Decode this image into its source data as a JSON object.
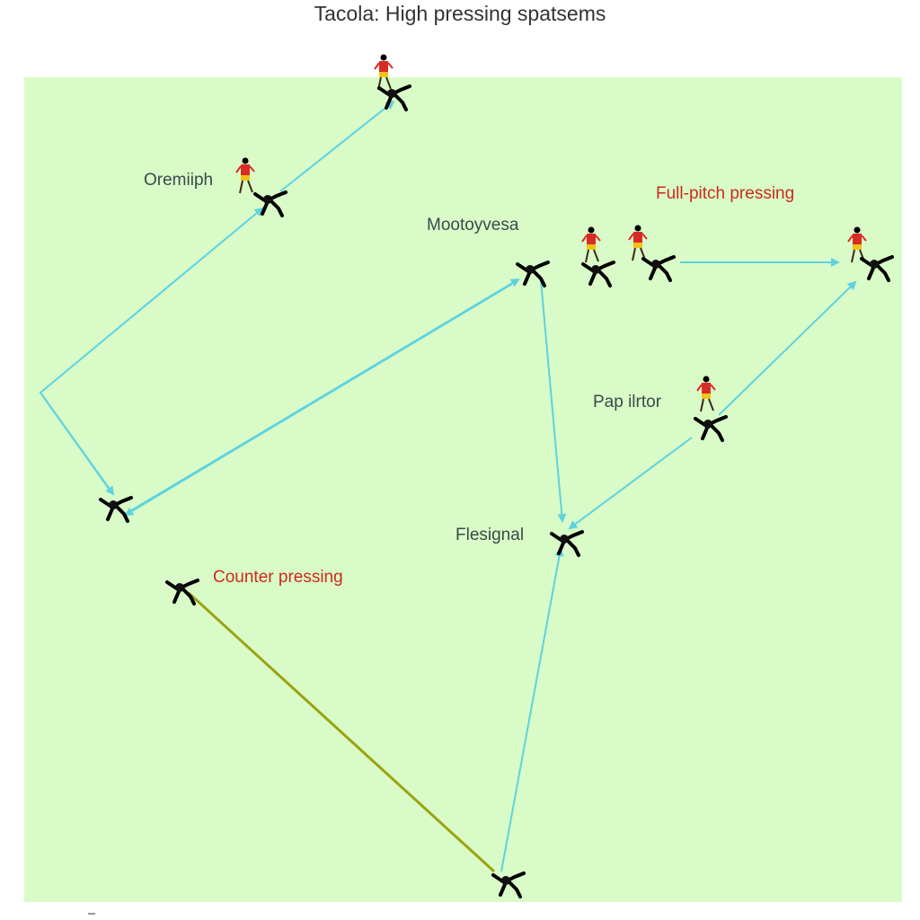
{
  "title": "Tacola: High pressing spatsems",
  "labels": {
    "oremiiph": "Oremiiph",
    "moot": "Mootoуvesa",
    "full_pitch": "Full-pitch pressing",
    "pap": "Pap ilrtor",
    "flesignal": "Flesignal",
    "counter": "Counter pressing"
  },
  "colors": {
    "pitch": "#d9fbc7",
    "arrow": "#5cd3e0",
    "counter_line": "#9aa412",
    "jersey": "#d92b25",
    "shorts": "#f0c419",
    "label_red": "#cc2a1e"
  }
}
